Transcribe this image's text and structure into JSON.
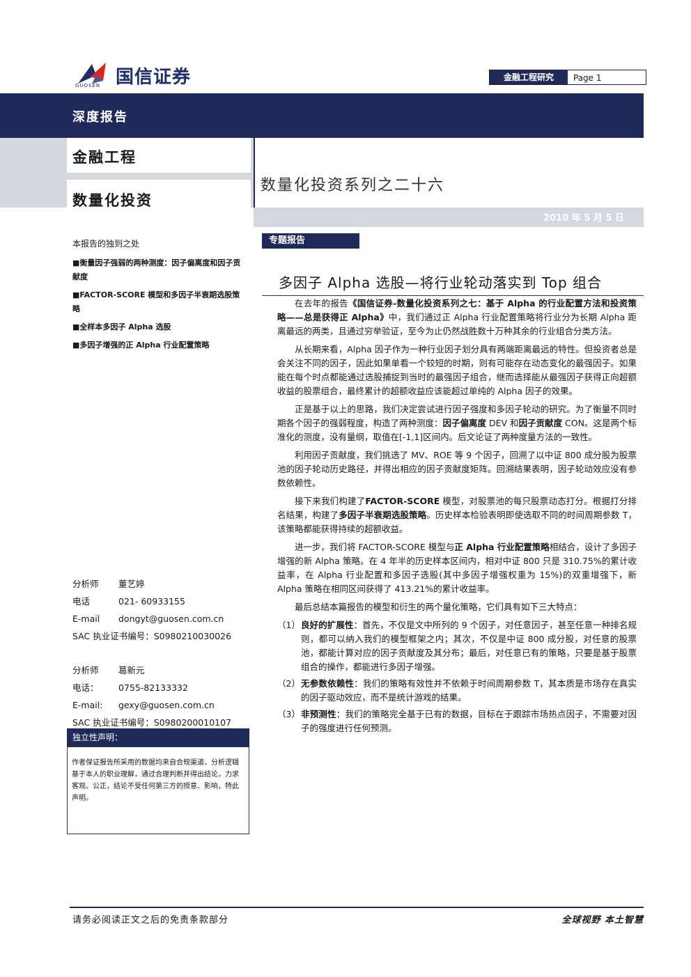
{
  "header": {
    "logo_text": "国信证券",
    "logo_sub": "GUOSEN",
    "department": "金融工程研究",
    "page": "Page 1"
  },
  "band_title": "深度报告",
  "panel": {
    "line1": "金融工程",
    "line2": "数量化投资"
  },
  "series_title": "数量化投资系列之二十六",
  "date": "2010 年 5 月 5 日",
  "sidebar": {
    "heading": "本报告的独到之处",
    "points": [
      "■衡量因子强弱的两种测度：因子偏离度和因子贡献度",
      "■FACTOR-SCORE 模型和多因子半衰期选股策略",
      "■全样本多因子 Alpha 选股",
      "■多因子增强的正 Alpha 行业配置策略"
    ]
  },
  "tag": "专题报告",
  "main_title": "多因子 Alpha 选股—将行业轮动落实到 Top 组合",
  "body": {
    "p1_a": "在去年的报告",
    "p1_b": "《国信证券-数量化投资系列之七：基于 Alpha 的行业配置方法和投资策略——总是获得正 Alpha》",
    "p1_c": "中，我们通过正 Alpha 行业配置策略将行业分为长期 Alpha 距离最远的两类，且通过穷举验证，至今为止仍然战胜数十万种其余的行业组合分类方法。",
    "p2": "从长期来看，Alpha 因子作为一种行业因子划分具有两端距离最远的特性。但投资者总是会关注不同的因子，因此如果单看一个较短的时期，则有可能存在动态变化的最强因子。如果能在每个时点都能通过选股捕捉到当时的最强因子组合，继而选择能从最强因子获得正向超额收益的股票组合，最终累计的超额收益应该能超过单纯的 Alpha 因子的效果。",
    "p3_a": "正是基于以上的思路，我们决定尝试进行因子强度和多因子轮动的研究。为了衡量不同时期各个因子的强弱程度，构造了两种测度：",
    "p3_b": "因子偏离度",
    "p3_c": " DEV 和",
    "p3_d": "因子贡献度",
    "p3_e": " CON。这是两个标准化的测度，没有量纲，取值在[-1,1]区间内。后文论证了两种度量方法的一致性。",
    "p4": "利用因子贡献度，我们挑选了 MV、ROE 等 9 个因子，回溯了以中证 800 成分股为股票池的因子轮动历史路径，并得出相应的因子贡献度矩阵。回溯结果表明，因子轮动效应没有参数依赖性。",
    "p5_a": "接下来我们构建了",
    "p5_b": "FACTOR-SCORE",
    "p5_c": " 模型，对股票池的每只股票动态打分。根据打分排名结果，构建了",
    "p5_d": "多因子半衰期选股策略",
    "p5_e": "。历史样本检验表明即使选取不同的时间周期参数 T，该策略都能获得持续的超额收益。",
    "p6_a": "进一步，我们将 FACTOR-SCORE 模型与",
    "p6_b": "正 Alpha 行业配置策略",
    "p6_c": "相结合，设计了多因子增强的新 Alpha 策略。在 4 年半的历史样本区间内，相对中证 800 只是 310.75%的累计收益率，在 Alpha 行业配置和多因子选股(其中多因子增强权重为 15%)的双重增强下，新 Alpha 策略在相同区间获得了 413.21%的累计收益率。",
    "p7": "最后总结本篇报告的模型和衍生的两个量化策略，它们具有如下三大特点：",
    "items": [
      {
        "num": "（1）",
        "bold": "良好的扩展性",
        "text": "：首先，不仅是文中所列的 9 个因子，对任意因子，甚至任意一种排名规则，都可以纳入我们的模型框架之内；其次，不仅是中证 800 成分股，对任意的股票池，都能计算对应的因子贡献度及其分布；最后，对任意已有的策略，只要是基于股票组合的操作，都能进行多因子增强。"
      },
      {
        "num": "（2）",
        "bold": "无参数依赖性",
        "text": "：我们的策略有效性并不依赖于时间周期参数 T，其本质是市场存在真实的因子驱动效应，而不是统计游戏的结果。"
      },
      {
        "num": "（3）",
        "bold": "非预测性",
        "text": "：我们的策略完全基于已有的数据，目标在于跟踪市场热点因子，不需要对因子的强度进行任何预测。"
      }
    ]
  },
  "analysts": [
    {
      "role_label": "分析师",
      "name": "董艺婷",
      "phone_label": "电话",
      "phone": "021- 60933155",
      "email_label": "E-mail",
      "email": "dongyt@guosen.com.cn",
      "sac": "SAC 执业证书编号：S0980210030026"
    },
    {
      "role_label": "分析师",
      "name": "葛新元",
      "phone_label": "电话：",
      "phone": "0755-82133332",
      "email_label": "E-mail:",
      "email": "gexy@guosen.com.cn",
      "sac": "SAC 执业证书编号：S0980200010107"
    }
  ],
  "disclaimer": {
    "heading": "独立性声明：",
    "text": "作者保证报告所采用的数据均来自合规渠道，分析逻辑基于本人的职业理解，通过合理判断并得出结论，力求客观、公正，结论不受任何第三方的授意、影响，特此声明。"
  },
  "footer": {
    "left": "请务必阅读正文之后的免责条款部分",
    "right": "全球视野  本土智慧"
  },
  "colors": {
    "navy": "#1f2a5a",
    "grey": "#d4d7de",
    "logo_red": "#d8251d"
  }
}
